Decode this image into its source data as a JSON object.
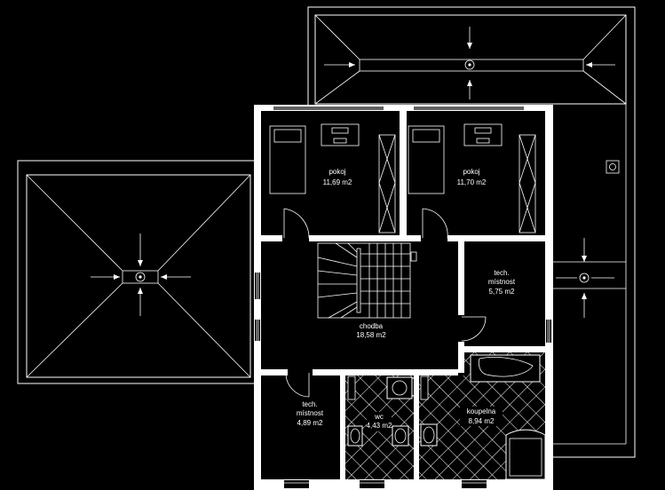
{
  "rooms": [
    {
      "id": "pokoj-1",
      "name": "pokoj",
      "area": "11,69 m2"
    },
    {
      "id": "pokoj-2",
      "name": "pokoj",
      "area": "11,70 m2"
    },
    {
      "id": "tech-1",
      "name": "tech.",
      "name2": "místnost",
      "area": "5,75 m2"
    },
    {
      "id": "chodba",
      "name": "chodba",
      "area": "18,58 m2"
    },
    {
      "id": "tech-2",
      "name": "tech.",
      "name2": "místnost",
      "area": "4,89 m2"
    },
    {
      "id": "wc",
      "name": "wc",
      "area": "4,43 m2"
    },
    {
      "id": "koupelna",
      "name": "koupelna",
      "area": "8,94 m2"
    }
  ],
  "colors": {
    "background": "#000000",
    "lines": "#ffffff"
  }
}
